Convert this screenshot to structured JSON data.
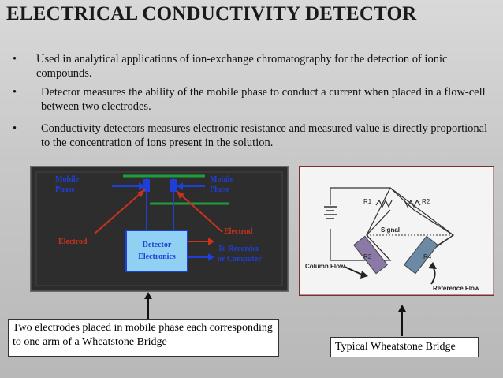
{
  "title": "ELECTRICAL CONDUCTIVITY DETECTOR",
  "bullets": [
    {
      "symbol": "•",
      "text": "Used in analytical applications of ion-exchange chromatography for the detection of ionic compounds."
    },
    {
      "symbol": "•",
      "text": "Detector measures the ability of the mobile phase to conduct a current when placed in a flow-cell between two electrodes."
    },
    {
      "symbol": "•",
      "text": "Conductivity detectors measures electronic resistance and measured value is directly proportional to the concentration of ions present in the solution."
    }
  ],
  "left_diagram": {
    "mobile_phase_left": [
      "Mobile",
      "Phase"
    ],
    "mobile_phase_right": [
      "Mobile",
      "Phase"
    ],
    "electrod_left": "Electrod",
    "electrod_right": "Electrod",
    "detector": [
      "Detector",
      "Electronics"
    ],
    "recorder": [
      "To Recorder",
      "or Computer"
    ],
    "colors": {
      "panel": "#2b2b2b",
      "label_blue": "#1f3fd6",
      "label_red": "#c8321e",
      "wire_green": "#1e9e3a",
      "box": "#8fd0f3"
    }
  },
  "right_diagram": {
    "r1": "R1",
    "r2": "R2",
    "r3": "R3",
    "r4": "R4",
    "signal": "Signal",
    "column_flow": "Column Flow",
    "reference_flow": "Reference Flow"
  },
  "captions": {
    "left": "Two electrodes placed in mobile phase each corresponding to one arm of a Wheatstone Bridge",
    "right": "Typical Wheatstone Bridge"
  }
}
